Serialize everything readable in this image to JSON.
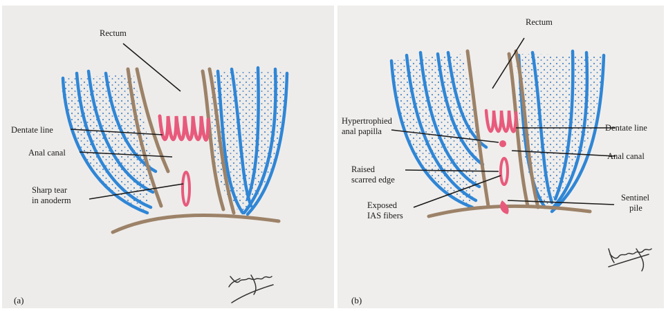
{
  "panel_a": {
    "id": "(a)",
    "labels": {
      "rectum": "Rectum",
      "dentate_line": "Dentate line",
      "anal_canal": "Anal canal",
      "sharp_tear_l1": "Sharp tear",
      "sharp_tear_l2": "in anoderm"
    },
    "signature": "teimy"
  },
  "panel_b": {
    "id": "(b)",
    "labels": {
      "rectum": "Rectum",
      "hypertrophied_l1": "Hypertrophied",
      "hypertrophied_l2": "anal papilla",
      "raised_l1": "Raised",
      "raised_l2": "scarred edge",
      "exposed_l1": "Exposed",
      "exposed_l2": "IAS fibers",
      "dentate_line": "Dentate line",
      "anal_canal": "Anal canal",
      "sentinel_l1": "Sentinel",
      "sentinel_l2": "pile"
    },
    "signature": "teimy"
  },
  "colors": {
    "muscle_blue": "#2f86d6",
    "mucosa_brown": "#9c8268",
    "lesion_pink": "#e85a7c",
    "stipple": "#3f7fc4"
  }
}
